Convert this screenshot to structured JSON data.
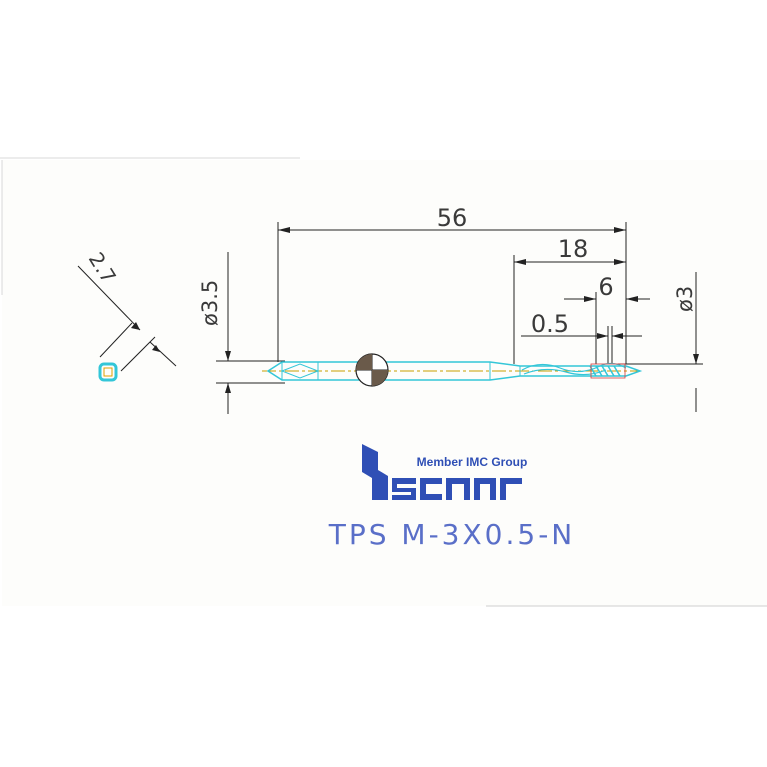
{
  "dimensions": {
    "overall_length": "56",
    "thread_length": "18",
    "chamfer_length": "6",
    "pitch": "0.5",
    "shank_diameter": "ø3.5",
    "thread_diameter": "ø3",
    "square": "2.7"
  },
  "logo": {
    "tagline": "Member IMC Group",
    "brand": "iscar"
  },
  "part_number": "TPS M-3X0.5-N",
  "colors": {
    "drawing_line": "#222222",
    "tool_body": "#33c6d8",
    "logo_blue": "#2f4fb5",
    "part_text": "#5a6fc8",
    "background": "#fefefe"
  }
}
